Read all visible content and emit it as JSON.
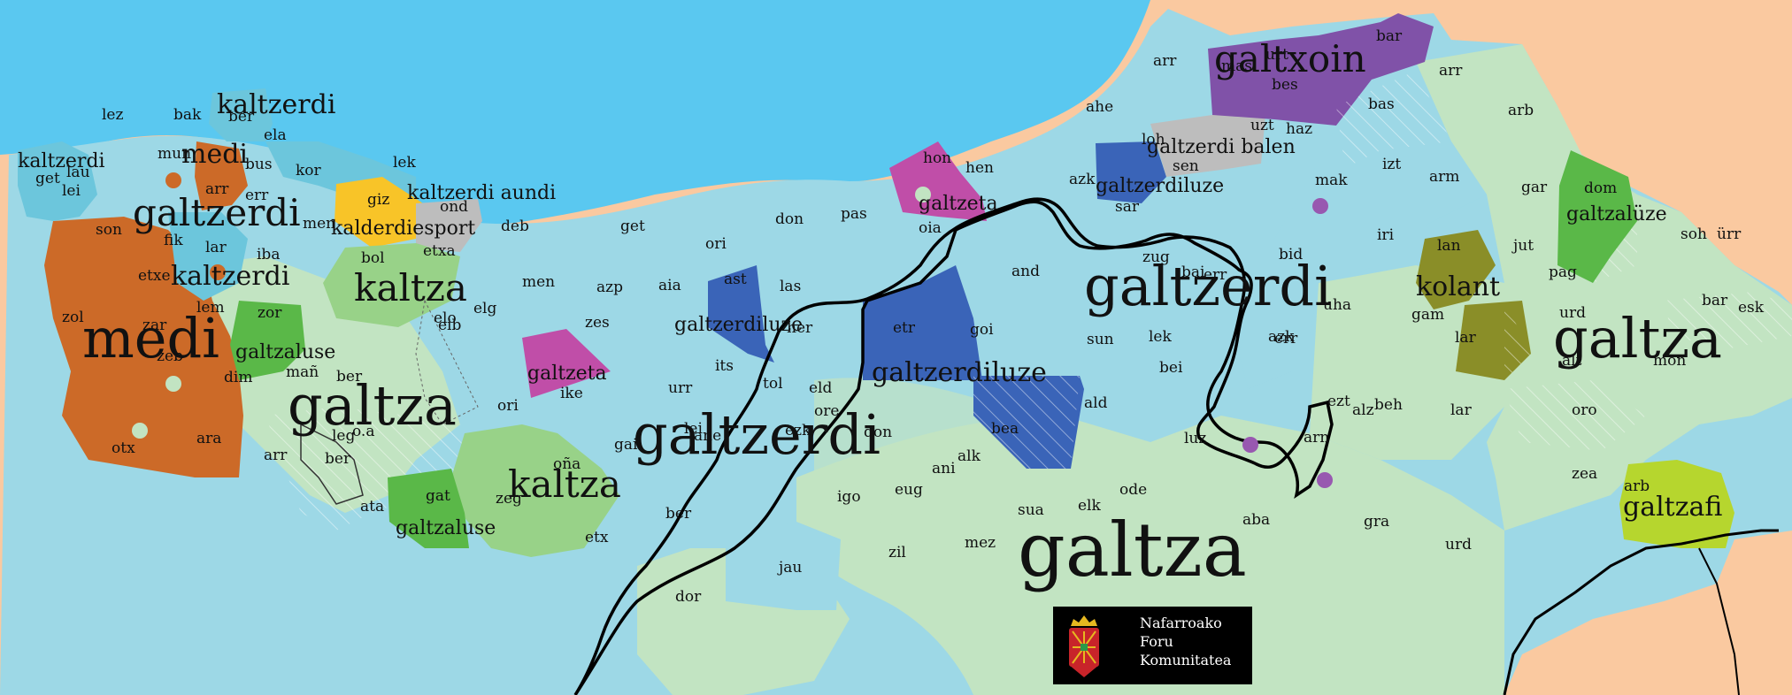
{
  "colors": {
    "sea": "#5ac8f0",
    "land_outside": "#fac9a0",
    "galtzerdi_light": "#9dd8e6",
    "galtza_light": "#c2e4c2",
    "galtzaluse_green": "#5ab848",
    "medi_orange": "#cc6a28",
    "galtzerdiluze_blue": "#3a64b8",
    "galtzeta_pink": "#c04ea8",
    "galtxoin_purple": "#8052a8",
    "kolant_olive": "#8a8e28",
    "galtzafi_yellow": "#b6d62e",
    "kalderdiesport_yellow": "#f8c428",
    "kaltza_green": "#98d288",
    "grey": "#bdbdbd",
    "point_dot": "#9858b0"
  },
  "regions": [
    {
      "id": "galtxoin",
      "label": "galtxoin"
    },
    {
      "id": "kaltzerdi_nw",
      "label": "kaltzerdi"
    },
    {
      "id": "kaltzerdi_w",
      "label": "kaltzerdi"
    },
    {
      "id": "medi_small",
      "label": "medi"
    },
    {
      "id": "galtzerdi_w",
      "label": "galtzerdi"
    },
    {
      "id": "kaltzerdi_center",
      "label": "kaltzerdi"
    },
    {
      "id": "kaltzerdi_aundi",
      "label": "kaltzerdi aundi"
    },
    {
      "id": "kalderdiesport",
      "label": "kalderdiesport"
    },
    {
      "id": "galtzerdi_balen",
      "label": "galtzerdi balen"
    },
    {
      "id": "galtzerdiluze_ne",
      "label": "galtzerdiluze"
    },
    {
      "id": "galtzeta_n",
      "label": "galtzeta"
    },
    {
      "id": "kaltza_n",
      "label": "kaltza"
    },
    {
      "id": "medi_large",
      "label": "medi"
    },
    {
      "id": "galtzaluse_w",
      "label": "galtzaluse"
    },
    {
      "id": "galtza_w",
      "label": "galtza"
    },
    {
      "id": "galtzeta_s",
      "label": "galtzeta"
    },
    {
      "id": "galtzerdiluze_mid",
      "label": "galtzerdiluze"
    },
    {
      "id": "galtzerdi_center",
      "label": "galtzerdi"
    },
    {
      "id": "galtzerdiluze_center",
      "label": "galtzerdiluze"
    },
    {
      "id": "galtzerdi_big",
      "label": "galtzerdi"
    },
    {
      "id": "kolant",
      "label": "kolant"
    },
    {
      "id": "galtzaluze_e",
      "label": "galtzalüze"
    },
    {
      "id": "galtza_e",
      "label": "galtza"
    },
    {
      "id": "kaltza_s",
      "label": "kaltza"
    },
    {
      "id": "galtzaluse_s",
      "label": "galtzaluse"
    },
    {
      "id": "galtza_big",
      "label": "galtza"
    },
    {
      "id": "galtzafi",
      "label": "galtzafi"
    }
  ],
  "localities": [
    "lez",
    "bak",
    "ber",
    "ela",
    "kor",
    "lek",
    "kaltzerdi",
    "get",
    "lau",
    "mun",
    "bus",
    "lei",
    "arr",
    "err",
    "giz",
    "ond",
    "men",
    "son",
    "fik",
    "lar",
    "iba",
    "etxa",
    "bol",
    "deb",
    "get",
    "ori",
    "don",
    "pas",
    "oia",
    "hon",
    "hen",
    "ahe",
    "loh",
    "azk",
    "sar",
    "sen",
    "uzt",
    "haz",
    "mak",
    "arr",
    "bar",
    "mas",
    "urt",
    "bes",
    "bas",
    "izt",
    "arm",
    "arr",
    "arb",
    "gar",
    "dom",
    "soh",
    "ürr",
    "bar",
    "esk",
    "pag",
    "jut",
    "iri",
    "zug",
    "err",
    "bid",
    "uha",
    "gam",
    "lan",
    "lar",
    "urd",
    "alt",
    "mon",
    "etxe",
    "zol",
    "zar",
    "lem",
    "zor",
    "zeb",
    "dim",
    "mañ",
    "ber",
    "elo",
    "eib",
    "elg",
    "men",
    "zes",
    "azp",
    "aia",
    "ast",
    "las",
    "her",
    "and",
    "etr",
    "goi",
    "sun",
    "lek",
    "bai",
    "azk",
    "bei",
    "err",
    "urr",
    "its",
    "tol",
    "eld",
    "ori",
    "ike",
    "ore",
    "lei",
    "bea",
    "ane",
    "gai",
    "ezk",
    "don",
    "ani",
    "ald",
    "luz",
    "arn",
    "ezt",
    "beh",
    "alz",
    "lar",
    "oro",
    "zea",
    "otx",
    "ara",
    "arr",
    "ber",
    "leg",
    "o.a",
    "oña",
    "gat",
    "zeg",
    "ata",
    "etx",
    "ber",
    "igo",
    "eug",
    "alk",
    "sua",
    "elk",
    "ode",
    "zil",
    "mez",
    "aba",
    "gra",
    "urd",
    "arb",
    "dor",
    "jau"
  ],
  "legend": {
    "text": "Nafarroako\nForu\nKomunitatea"
  }
}
